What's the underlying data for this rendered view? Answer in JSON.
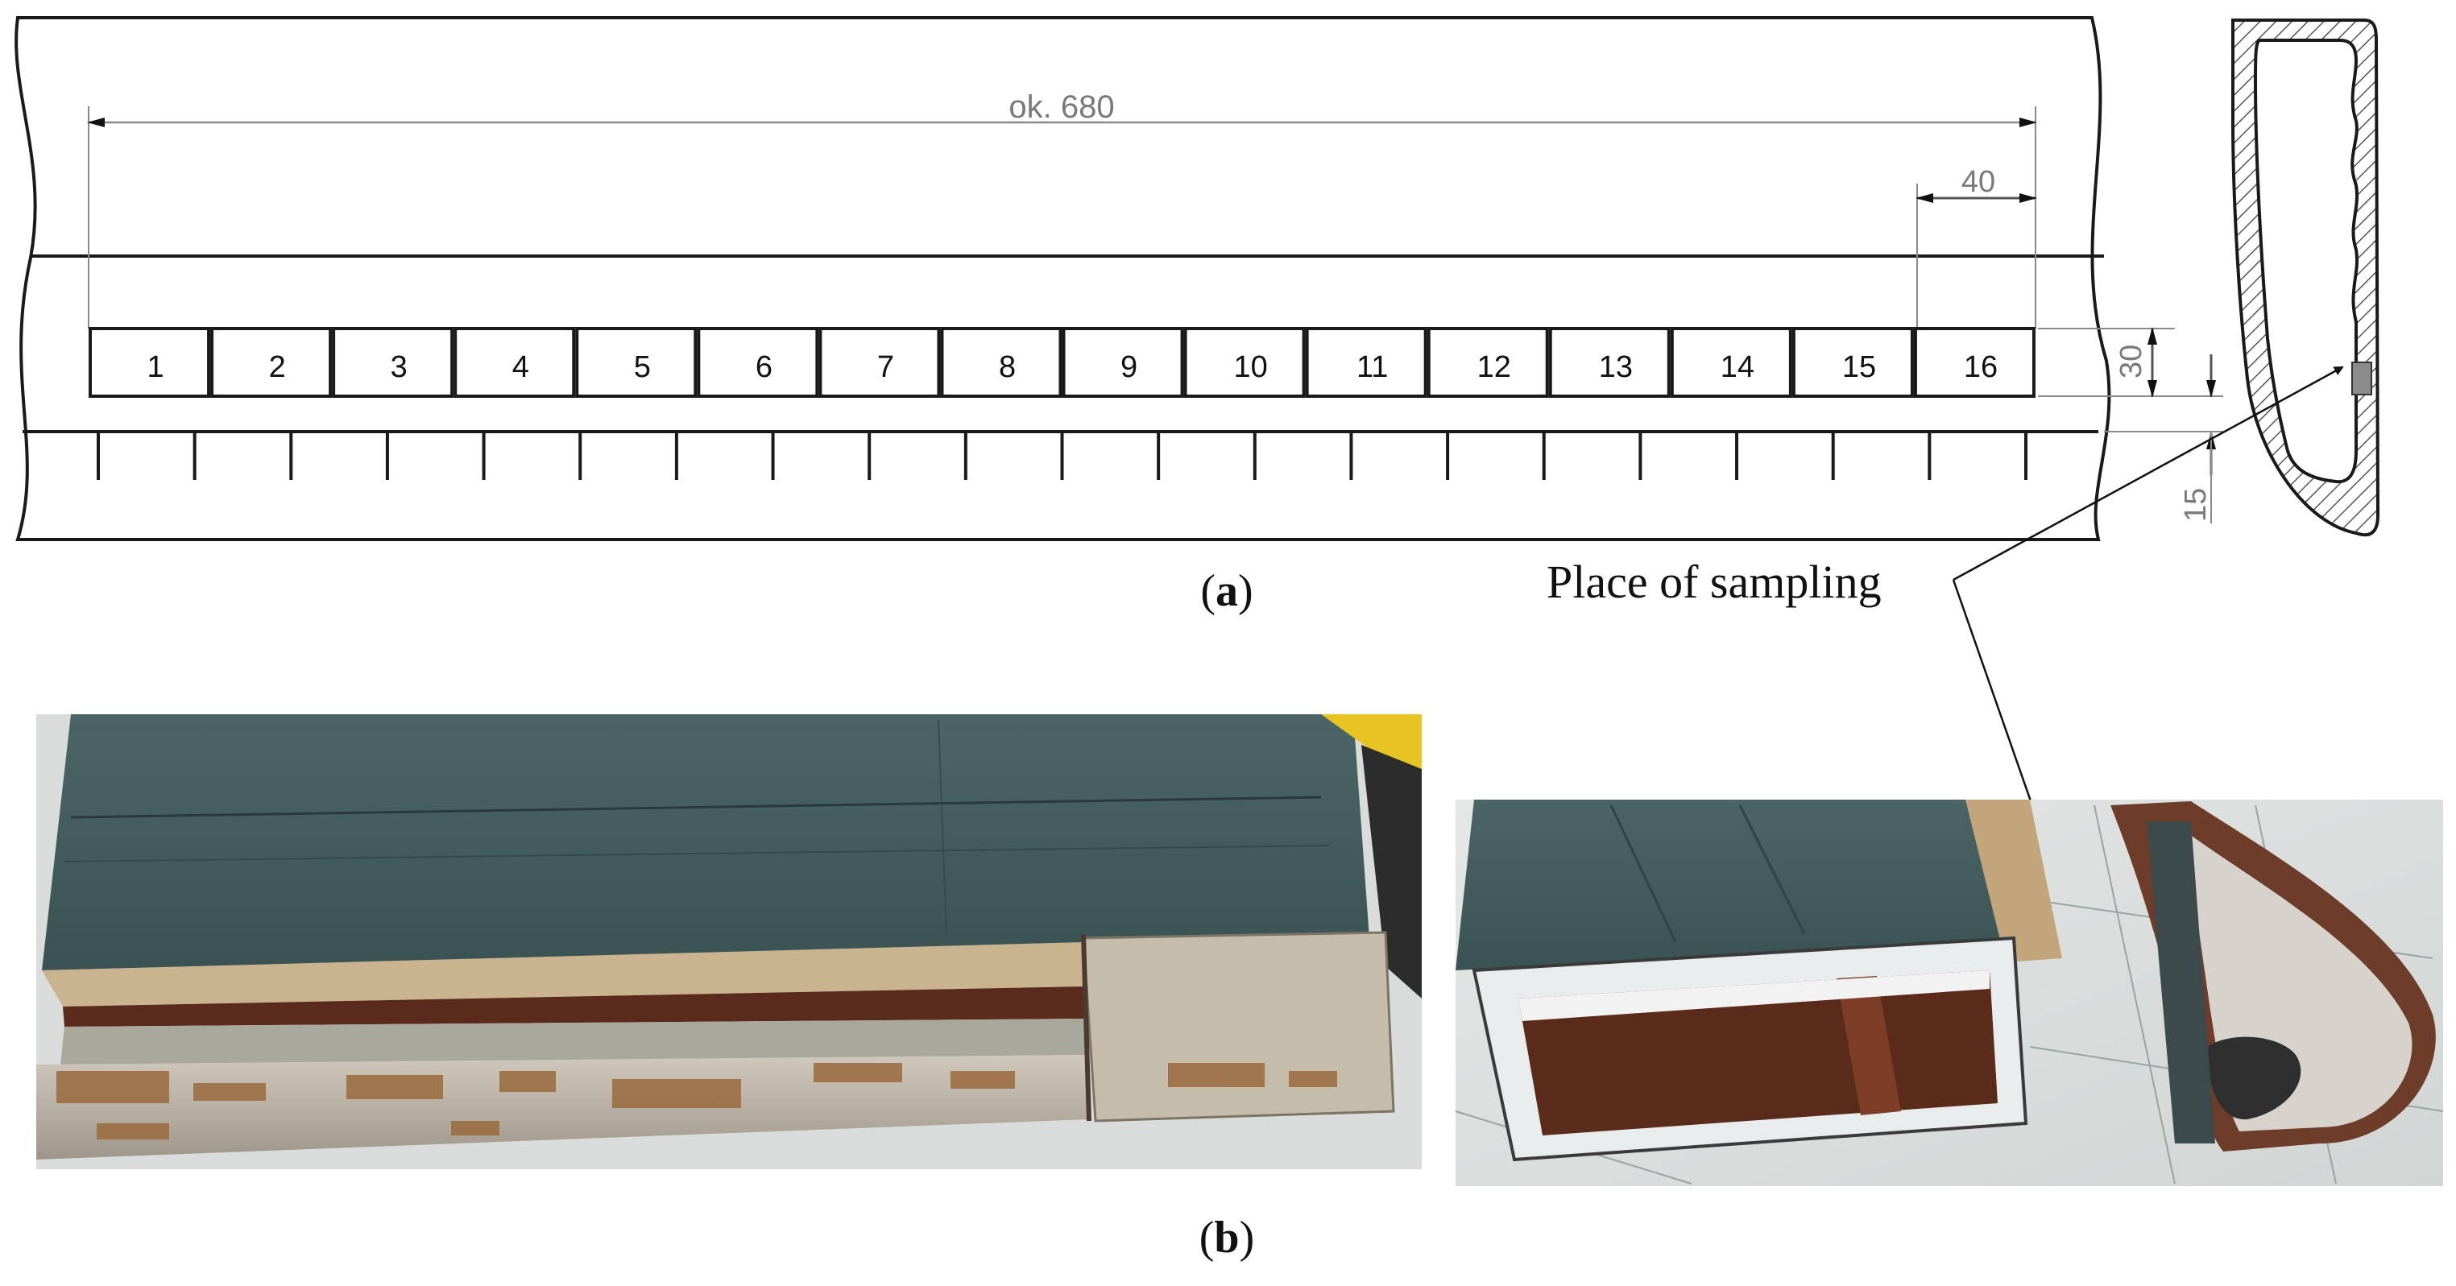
{
  "drawing": {
    "overall_dimension": "ok. 680",
    "spacing_dimension": "40",
    "height_dimension": "30",
    "offset_dimension": "15",
    "sample_labels": [
      "1",
      "2",
      "3",
      "4",
      "5",
      "6",
      "7",
      "8",
      "9",
      "10",
      "11",
      "12",
      "13",
      "14",
      "15",
      "16"
    ]
  },
  "annotations": {
    "place_of_sampling": "Place of sampling"
  },
  "captions": {
    "a": "a",
    "b": "b"
  },
  "photos": {
    "left": {
      "description_icon": "blade-photo-icon"
    },
    "right": {
      "description_icon": "blade-section-photo-icon"
    }
  },
  "colors": {
    "line": "#1a1a1a",
    "dim_line": "#8a8a8a",
    "dim_text": "#7a7a7a",
    "blade_paint": "#3f5a5c",
    "metal": "#b9b2a4",
    "rust": "#6b3322",
    "sample_fill": "#8c8c8c"
  }
}
